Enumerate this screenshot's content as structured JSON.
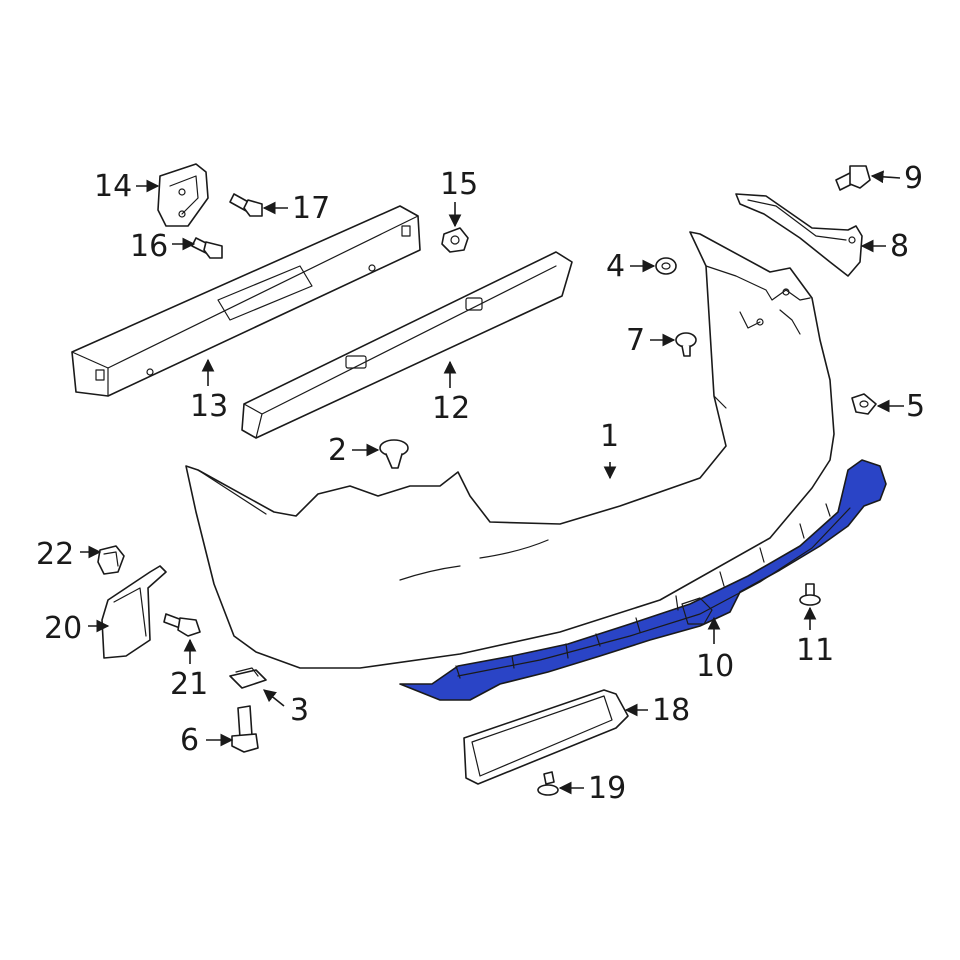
{
  "diagram": {
    "highlight_color": "#2a44c6",
    "highlighted_part": "10",
    "callouts": [
      {
        "id": "c1",
        "label": "1"
      },
      {
        "id": "c2",
        "label": "2"
      },
      {
        "id": "c3",
        "label": "3"
      },
      {
        "id": "c4",
        "label": "4"
      },
      {
        "id": "c5",
        "label": "5"
      },
      {
        "id": "c6",
        "label": "6"
      },
      {
        "id": "c7",
        "label": "7"
      },
      {
        "id": "c8",
        "label": "8"
      },
      {
        "id": "c9",
        "label": "9"
      },
      {
        "id": "c10",
        "label": "10"
      },
      {
        "id": "c11",
        "label": "11"
      },
      {
        "id": "c12",
        "label": "12"
      },
      {
        "id": "c13",
        "label": "13"
      },
      {
        "id": "c14",
        "label": "14"
      },
      {
        "id": "c15",
        "label": "15"
      },
      {
        "id": "c16",
        "label": "16"
      },
      {
        "id": "c17",
        "label": "17"
      },
      {
        "id": "c18",
        "label": "18"
      },
      {
        "id": "c19",
        "label": "19"
      },
      {
        "id": "c20",
        "label": "20"
      },
      {
        "id": "c21",
        "label": "21"
      },
      {
        "id": "c22",
        "label": "22"
      }
    ]
  }
}
